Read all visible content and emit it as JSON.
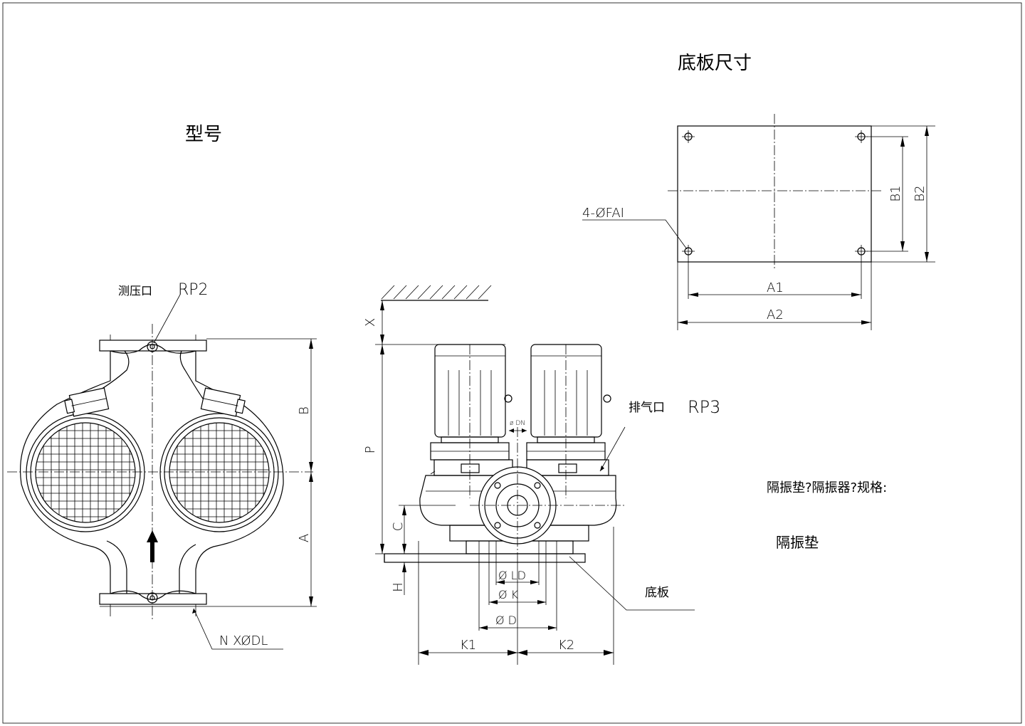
{
  "titles": {
    "model": "型号",
    "base_plate_dims": "底板尺寸"
  },
  "labels": {
    "pressure_port": "测压口",
    "rp2": "RP2",
    "vent_port": "排气口",
    "rp3": "RP3",
    "base_plate": "底板",
    "isolator_spec": "隔振垫?隔振器?规格:",
    "isolator_pad": "隔振垫",
    "bolt_holes": "N XØDL",
    "anchor_holes": "4-ØFAI",
    "dn": "ø DN",
    "dia_ld": "Ø LD",
    "dia_k": "Ø K",
    "dia_d": "Ø D"
  },
  "dimensions": {
    "a": "A",
    "b": "B",
    "x": "X",
    "p": "P",
    "c": "C",
    "h": "H",
    "k1": "K1",
    "k2": "K2",
    "a1": "A1",
    "a2": "A2",
    "b1": "B1",
    "b2": "B2"
  }
}
